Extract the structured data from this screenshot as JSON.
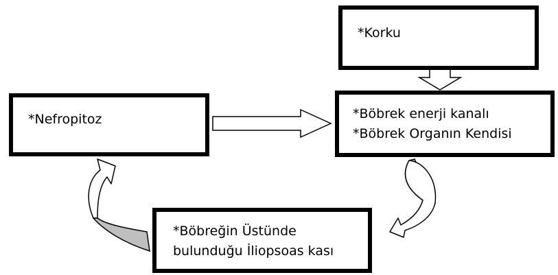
{
  "diagram": {
    "nodes": {
      "korku": {
        "lines": [
          "*Korku"
        ]
      },
      "nefropitoz": {
        "lines": [
          "*Nefropitoz"
        ]
      },
      "bobrek": {
        "lines": [
          "*Böbrek enerji kanalı",
          "*Böbrek Organın Kendisi"
        ]
      },
      "iliopsoas": {
        "lines": [
          "*Böbreğin Üstünde",
          "bulunduğu İliopsoas kası"
        ]
      }
    },
    "edges": [
      {
        "from": "korku",
        "to": "bobrek",
        "style": "hollow-block-arrow"
      },
      {
        "from": "nefropitoz",
        "to": "bobrek",
        "style": "hollow-block-arrow"
      },
      {
        "from": "bobrek",
        "to": "iliopsoas",
        "style": "curved-arrow"
      },
      {
        "from": "iliopsoas",
        "to": "nefropitoz",
        "style": "curved-arrow"
      }
    ],
    "colors": {
      "border": "#000000",
      "arrow_fill": "#ffffff",
      "curve_shade": "#bfbfbf"
    }
  }
}
